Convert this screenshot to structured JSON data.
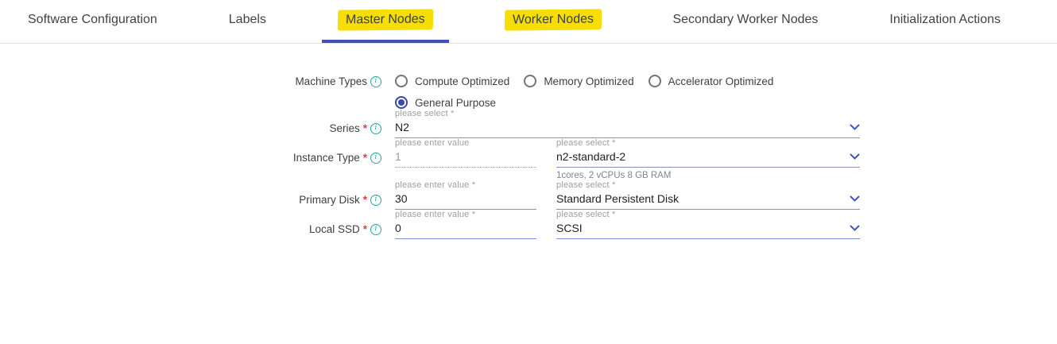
{
  "tabs": [
    {
      "label": "Software Configuration",
      "active": false,
      "highlighted": false
    },
    {
      "label": "Labels",
      "active": false,
      "highlighted": false
    },
    {
      "label": "Master Nodes",
      "active": true,
      "highlighted": true
    },
    {
      "label": "Worker Nodes",
      "active": false,
      "highlighted": true
    },
    {
      "label": "Secondary Worker Nodes",
      "active": false,
      "highlighted": false
    },
    {
      "label": "Initialization Actions",
      "active": false,
      "highlighted": false
    }
  ],
  "form": {
    "machine_types": {
      "label": "Machine Types",
      "options": [
        "Compute Optimized",
        "Memory Optimized",
        "Accelerator Optimized",
        "General Purpose"
      ],
      "selected": "General Purpose"
    },
    "series": {
      "label": "Series",
      "required_mark": "*",
      "field_label": "please select *",
      "value": "N2"
    },
    "instance_type": {
      "label": "Instance Type",
      "required_mark": "*",
      "count_label": "please enter value",
      "count_value": "1",
      "select_label": "please select *",
      "select_value": "n2-standard-2",
      "helper": "1cores, 2 vCPUs 8 GB RAM"
    },
    "primary_disk": {
      "label": "Primary Disk",
      "required_mark": "*",
      "size_label": "please enter value *",
      "size_value": "30",
      "select_label": "please select *",
      "select_value": "Standard Persistent Disk"
    },
    "local_ssd": {
      "label": "Local SSD",
      "required_mark": "*",
      "count_label": "please enter value *",
      "count_value": "0",
      "select_label": "please select *",
      "select_value": "SCSI"
    },
    "info_icon_glyph": "i"
  },
  "colors": {
    "accent_blue": "#3f51b5",
    "field_underline": "#8591cf",
    "highlight_yellow": "#f6de02",
    "info_teal": "#26a69a",
    "required_red": "#e53935",
    "tab_text": "#424242",
    "divider": "#e0e0e0"
  }
}
